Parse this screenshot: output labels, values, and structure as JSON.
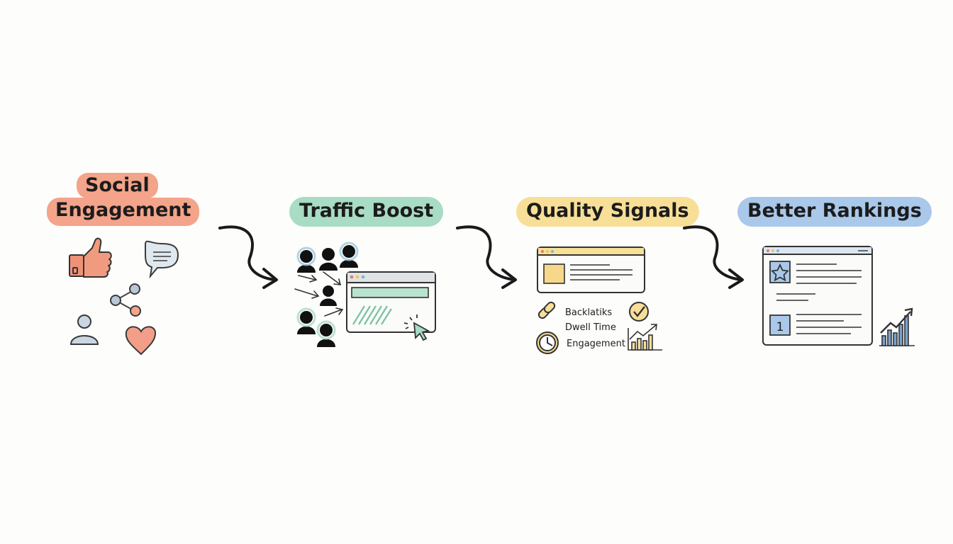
{
  "stages": [
    {
      "title_line1": "Social",
      "title_line2": "Engagement",
      "color": "#f4a48a"
    },
    {
      "title": "Traffic Boost",
      "color": "#a8dcc4"
    },
    {
      "title": "Quality Signals",
      "color": "#f7df97"
    },
    {
      "title": "Better Rankings",
      "color": "#a9c8ea"
    }
  ],
  "signals": {
    "backlinks": "Backlatiks",
    "dwell_time": "Dwell Time",
    "engagement": "Engagement"
  },
  "rankings": {
    "rank_number": "1"
  },
  "icons": {
    "social": [
      "thumbs-up-icon",
      "speech-bubble-icon",
      "share-icon",
      "user-icon",
      "heart-icon"
    ],
    "traffic": [
      "people-icon",
      "browser-window-icon",
      "cursor-icon"
    ],
    "signals": [
      "browser-window-icon",
      "link-icon",
      "clock-icon",
      "check-circle-icon",
      "growth-chart-icon"
    ],
    "rankings": [
      "browser-window-icon",
      "star-icon",
      "growth-chart-icon"
    ]
  }
}
